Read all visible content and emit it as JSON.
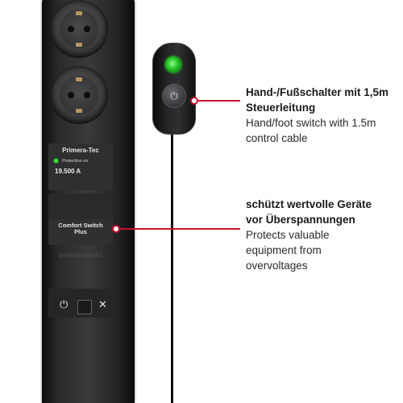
{
  "device": {
    "brand": "Primera-Tec",
    "status_text": "Protection on",
    "rating": "19.500 A",
    "switch_label_line1": "Comfort Switch",
    "switch_label_line2": "Plus",
    "logo_text": "brennenstuhl"
  },
  "callouts": [
    {
      "german_line1": "Hand-/Fußschalter mit 1,5m",
      "german_line2": "Steuerleitung",
      "english_line1": "Hand/foot switch with 1.5m",
      "english_line2": "control cable"
    },
    {
      "german_line1": "schützt wertvolle Geräte",
      "german_line2": "vor Überspannungen",
      "english_line1": "Protects valuable",
      "english_line2": "equipment from",
      "english_line3": "overvoltages"
    }
  ],
  "colors": {
    "accent": "#c8102e",
    "led_green": "#23c223",
    "device_body": "#2a2a2c"
  },
  "icons": {
    "power": "power-icon",
    "remote_power": "power-icon",
    "no_connect": "x-icon"
  }
}
